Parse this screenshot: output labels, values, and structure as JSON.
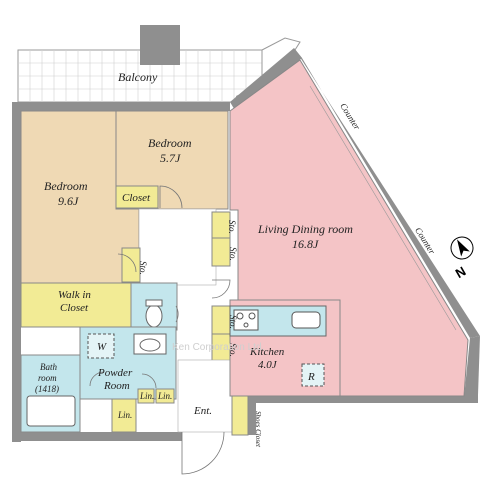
{
  "rooms": {
    "balcony": "Balcony",
    "bedroom_large": {
      "name": "Bedroom",
      "size": "9.6J"
    },
    "bedroom_small": {
      "name": "Bedroom",
      "size": "5.7J"
    },
    "closet": "Closet",
    "living": {
      "name": "Living Dining room",
      "size": "16.8J"
    },
    "kitchen": {
      "name": "Kitchen",
      "size": "4.0J"
    },
    "walk_in": {
      "line1": "Walk in",
      "line2": "Closet"
    },
    "bath": {
      "line1": "Bath",
      "line2": "room",
      "line3": "(1418)"
    },
    "powder": {
      "line1": "Powder",
      "line2": "Room"
    },
    "entrance": "Ent.",
    "shoes_closet": "Shoes Closet",
    "counter": "Counter",
    "washer": "W",
    "fridge": "R",
    "storage": "Sto.",
    "linen": "Lin."
  },
  "compass": {
    "letter": "N"
  },
  "watermark": "Ken Corporation Ltd.",
  "colors": {
    "bedroom": "#efd9b4",
    "living": "#f4c4c6",
    "closet": "#f2eb95",
    "wet": "#c3e6ec",
    "corridor": "#ffffff",
    "wall": "#8f8f8f"
  }
}
